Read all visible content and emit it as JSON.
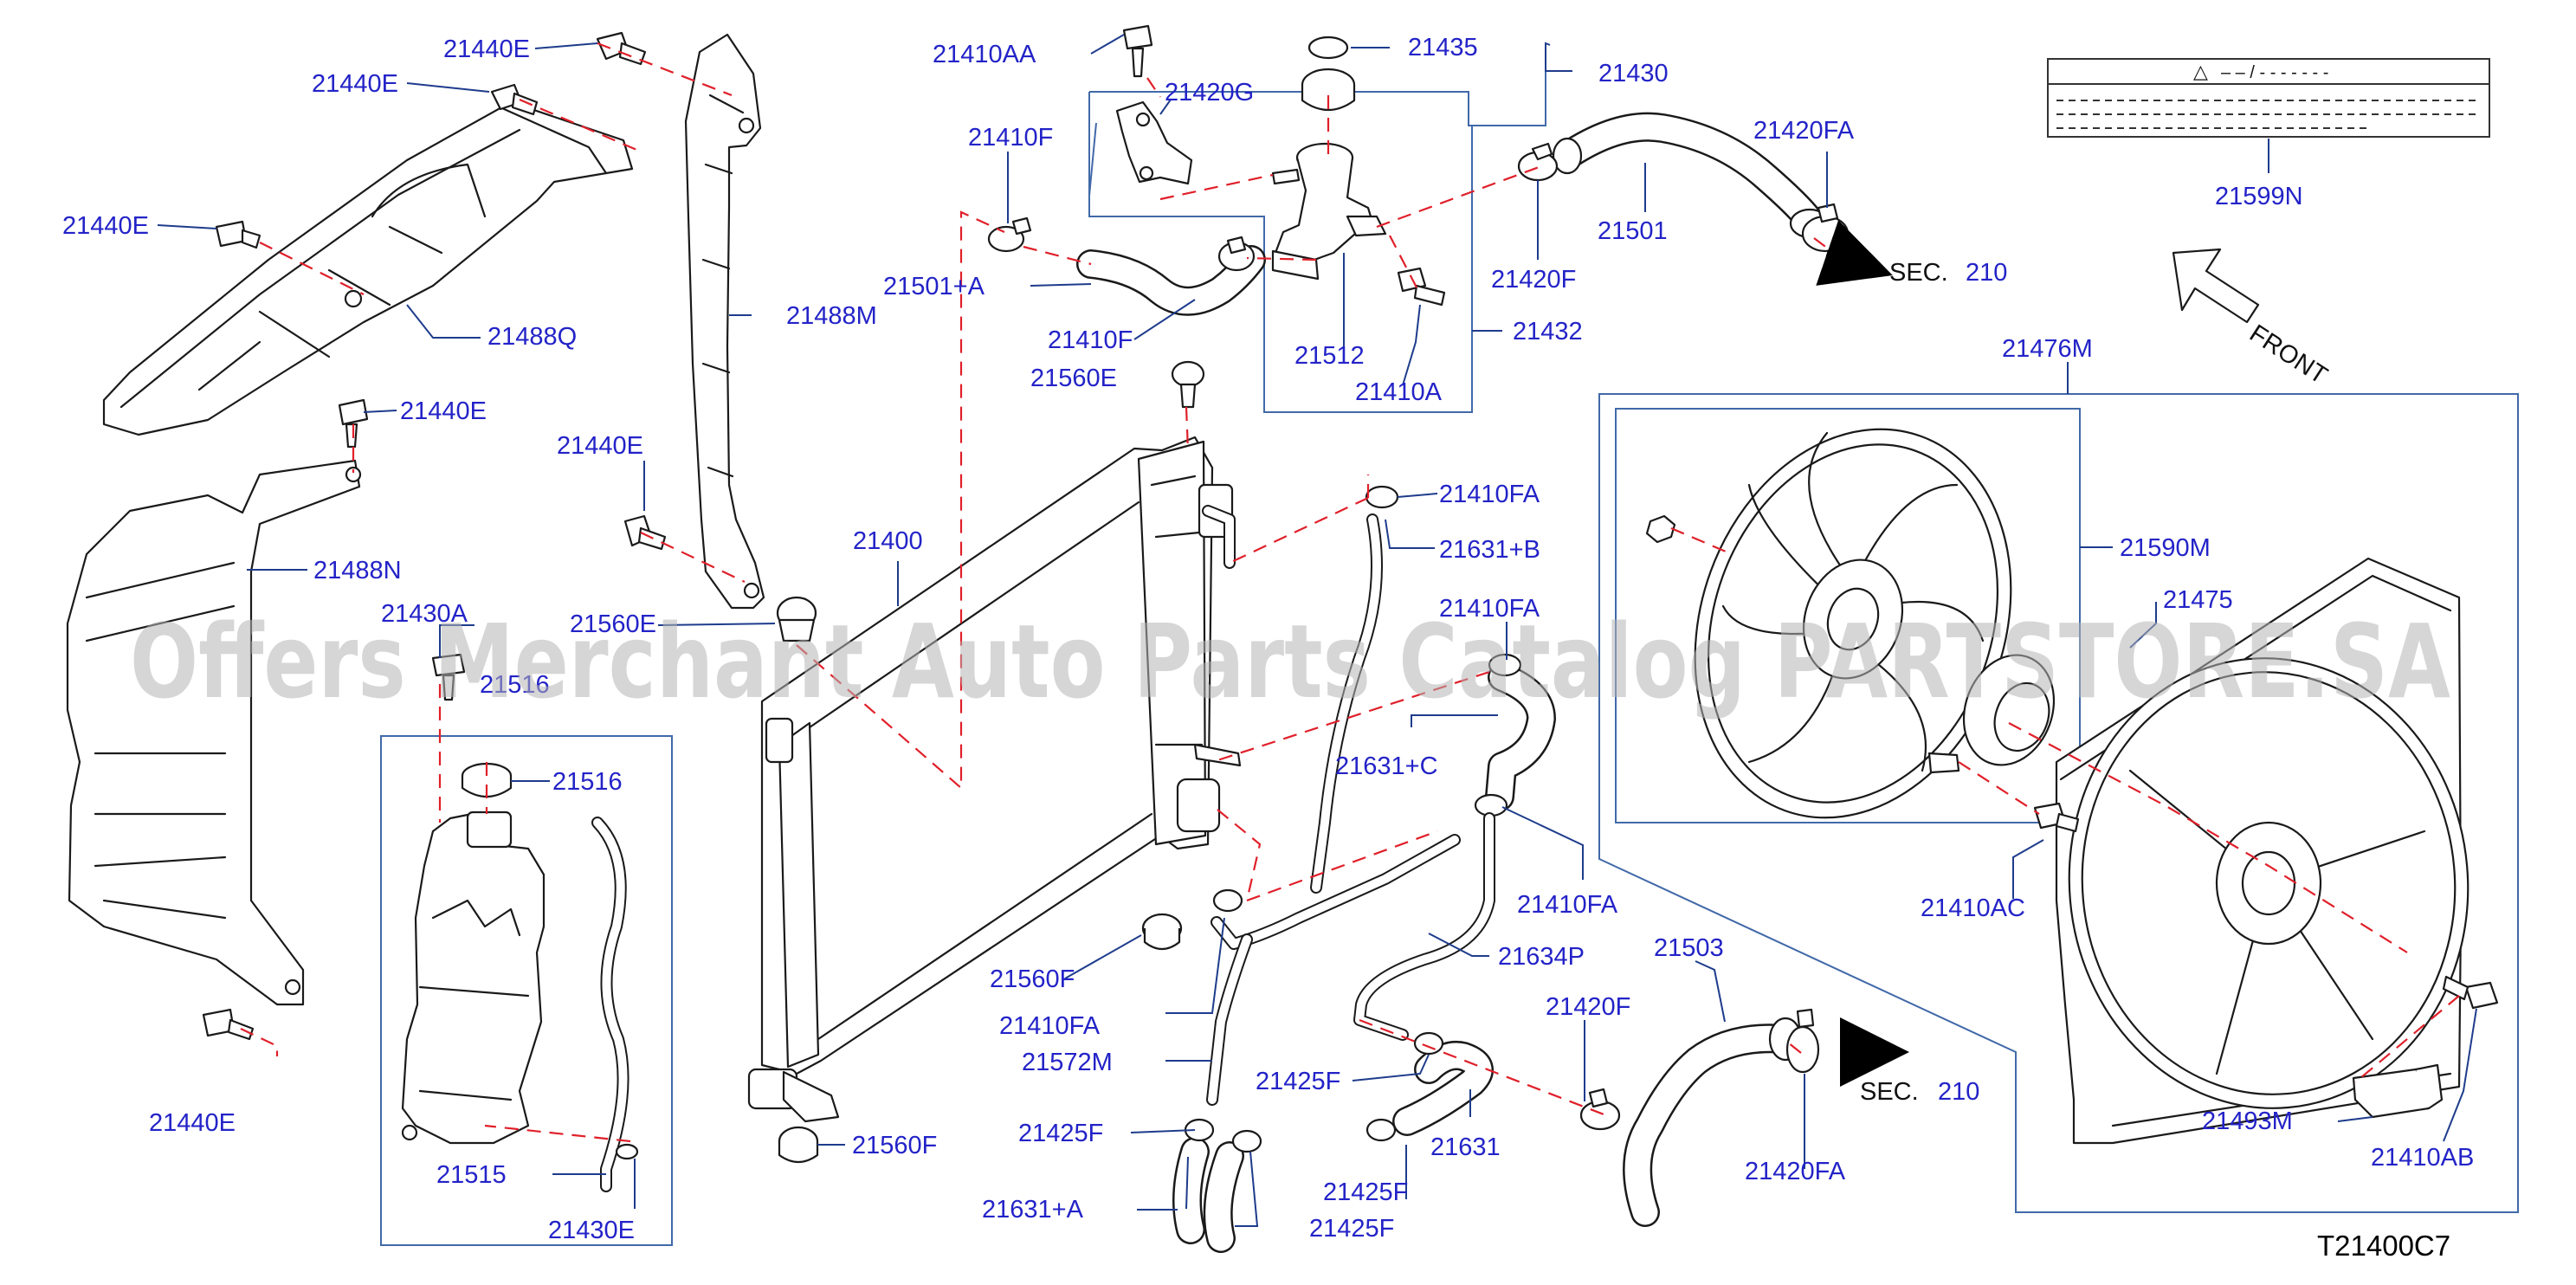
{
  "diagram": {
    "catalog_code": "T21400C7",
    "watermark": "Offers Merchant Auto Parts Catalog PARTSTORE.SA",
    "front_label": "FRONT",
    "sec_labels": [
      {
        "prefix": "SEC.",
        "num": "210"
      },
      {
        "prefix": "SEC.",
        "num": "210"
      }
    ],
    "note_label": {
      "symbol": "△",
      "text": "– – / - - - - - - -"
    },
    "colors": {
      "label": "#2323c8",
      "leader": "#1e3c8c",
      "guide": "#e0202a",
      "box": "#4169a8",
      "line": "#1a1a1a"
    },
    "part_labels": [
      "21440E",
      "21440E",
      "21440E",
      "21488Q",
      "21440E",
      "21488N",
      "21440E",
      "21488M",
      "21440E",
      "21430A",
      "21516",
      "21516",
      "21515",
      "21430E",
      "21560E",
      "21400",
      "21560E",
      "21560F",
      "21560F",
      "21410AA",
      "21420G",
      "21435",
      "21430",
      "21410F",
      "21501+A",
      "21410F",
      "21512",
      "21410A",
      "21432",
      "21420F",
      "21501",
      "21420FA",
      "21410FA",
      "21631+B",
      "21410FA",
      "21631+C",
      "21410FA",
      "21634P",
      "21410FA",
      "21572M",
      "21425F",
      "21425F",
      "21631+A",
      "21425F",
      "21631",
      "21425F",
      "21503",
      "21420F",
      "21420FA",
      "21599N",
      "21476M",
      "21590M",
      "21475",
      "21410AC",
      "21493M",
      "21410AB"
    ]
  }
}
